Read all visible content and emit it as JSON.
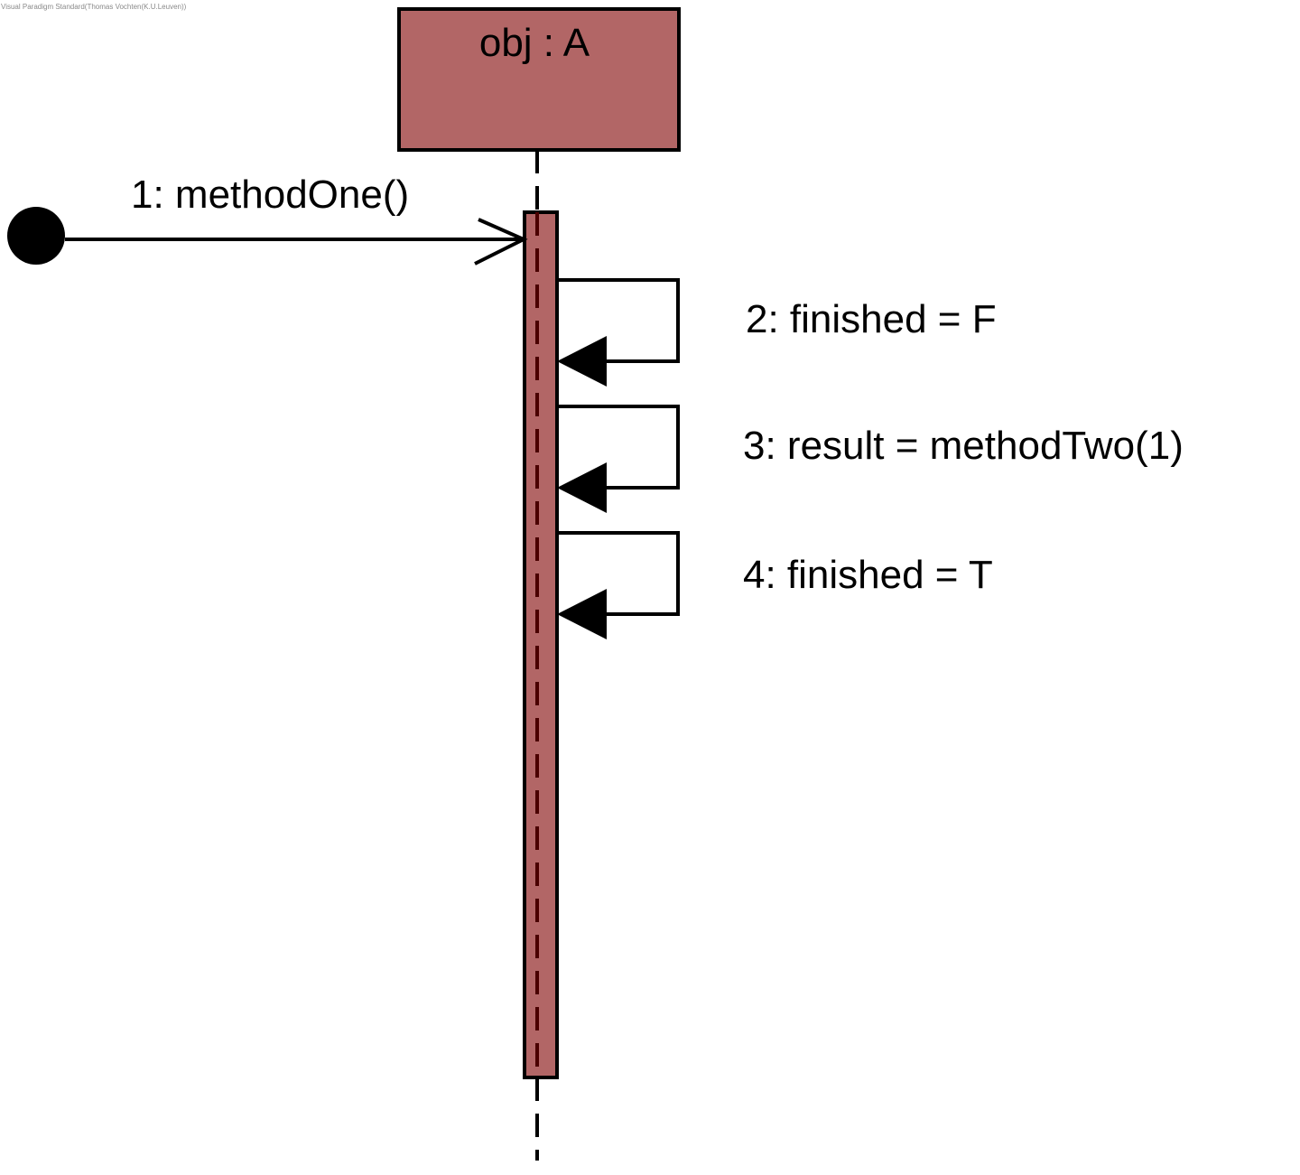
{
  "watermark": "Visual Paradigm Standard(Thomas Vochten(K.U.Leuven))",
  "lifeline": {
    "name": "obj : A",
    "fill": "#b26666"
  },
  "messages": [
    {
      "label": "1: methodOne()",
      "kind": "found"
    },
    {
      "label": "2: finished = F",
      "kind": "self"
    },
    {
      "label": "3: result = methodTwo(1)",
      "kind": "self"
    },
    {
      "label": "4: finished = T",
      "kind": "self"
    }
  ]
}
